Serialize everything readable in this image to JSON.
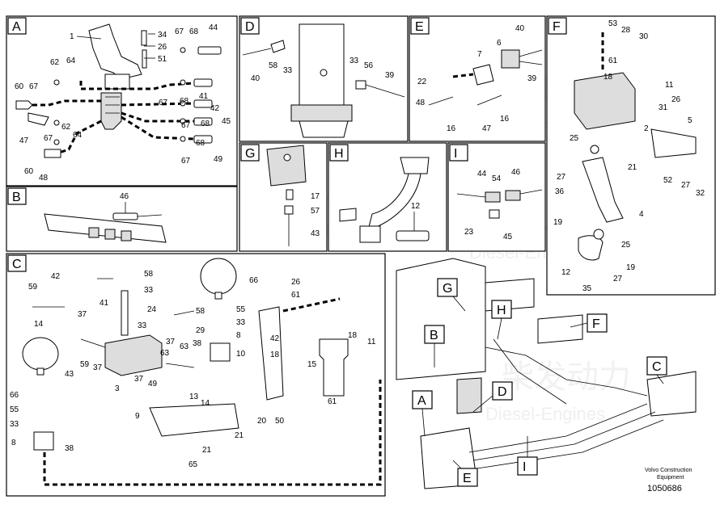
{
  "panels": {
    "A": "A",
    "B": "B",
    "C": "C",
    "D": "D",
    "E": "E",
    "F": "F",
    "G": "G",
    "H": "H",
    "I": "I"
  },
  "callouts": {
    "A": [
      "1",
      "34",
      "26",
      "51",
      "67",
      "68",
      "44",
      "62",
      "64",
      "60",
      "67",
      "41",
      "67",
      "68",
      "42",
      "67",
      "68",
      "45",
      "47",
      "67",
      "62",
      "64",
      "67",
      "68",
      "49",
      "60",
      "48"
    ],
    "B": [
      "46"
    ],
    "C": [
      "59",
      "42",
      "37",
      "14",
      "43",
      "59",
      "37",
      "3",
      "66",
      "55",
      "33",
      "8",
      "38",
      "41",
      "58",
      "33",
      "24",
      "33",
      "63",
      "38",
      "37",
      "63",
      "37",
      "49",
      "58",
      "29",
      "9",
      "21",
      "21",
      "65",
      "13",
      "14",
      "66",
      "55",
      "33",
      "8",
      "10",
      "20",
      "50",
      "26",
      "61",
      "42",
      "18",
      "18",
      "15",
      "61",
      "11"
    ],
    "D": [
      "40",
      "58",
      "33",
      "33",
      "56",
      "39"
    ],
    "E": [
      "7",
      "6",
      "40",
      "39",
      "22",
      "48",
      "16",
      "47",
      "16"
    ],
    "F": [
      "53",
      "28",
      "30",
      "61",
      "18",
      "11",
      "31",
      "26",
      "5",
      "2",
      "25",
      "21",
      "52",
      "27",
      "32",
      "27",
      "36",
      "4",
      "19",
      "25",
      "12",
      "19",
      "27",
      "35"
    ],
    "G": [
      "17",
      "57",
      "43"
    ],
    "H": [
      "12"
    ],
    "I": [
      "44",
      "54",
      "46",
      "23",
      "45"
    ]
  },
  "overview_labels": [
    "G",
    "H",
    "F",
    "B",
    "C",
    "D",
    "A",
    "E",
    "I"
  ],
  "footer": {
    "line1": "Volvo Construction",
    "line2": "Equipment",
    "code": "1050686"
  },
  "watermark": {
    "cn": "柴发动力",
    "en": "Diesel-Engines"
  }
}
